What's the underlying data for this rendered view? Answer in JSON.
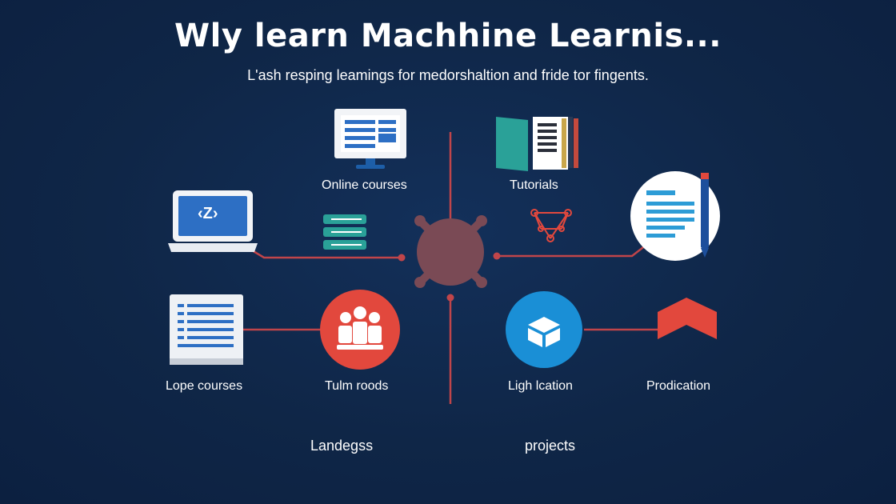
{
  "header": {
    "title": "Wly learn Machhine Learnis...",
    "subtitle": "L'ash resping leamings for medorshaltion and fride tor fingents."
  },
  "nodes": {
    "online_courses": "Online courses",
    "tutorials": "Tutorials",
    "lope_courses": "Lope courses",
    "tulm_roods": "Tulm roods",
    "ligh_lcation": "Ligh lcation",
    "prodication": "Prodication"
  },
  "footer": {
    "left": "Landegss",
    "right": "projects"
  },
  "laptop_glyph": "‹Z›",
  "colors": {
    "background": "#0f2647",
    "connector": "#c0454a",
    "hub": "#7a4a55",
    "people_circle": "#e2483d",
    "cube_circle": "#1a8fd6",
    "books": "#2aa198",
    "arrow": "#e2483d"
  },
  "icons": [
    "monitor-icon",
    "books-folder-icon",
    "laptop-icon",
    "book-stack-icon",
    "network-icon",
    "document-pen-icon",
    "book-icon",
    "people-icon",
    "cube-icon",
    "chevron-up-icon"
  ]
}
